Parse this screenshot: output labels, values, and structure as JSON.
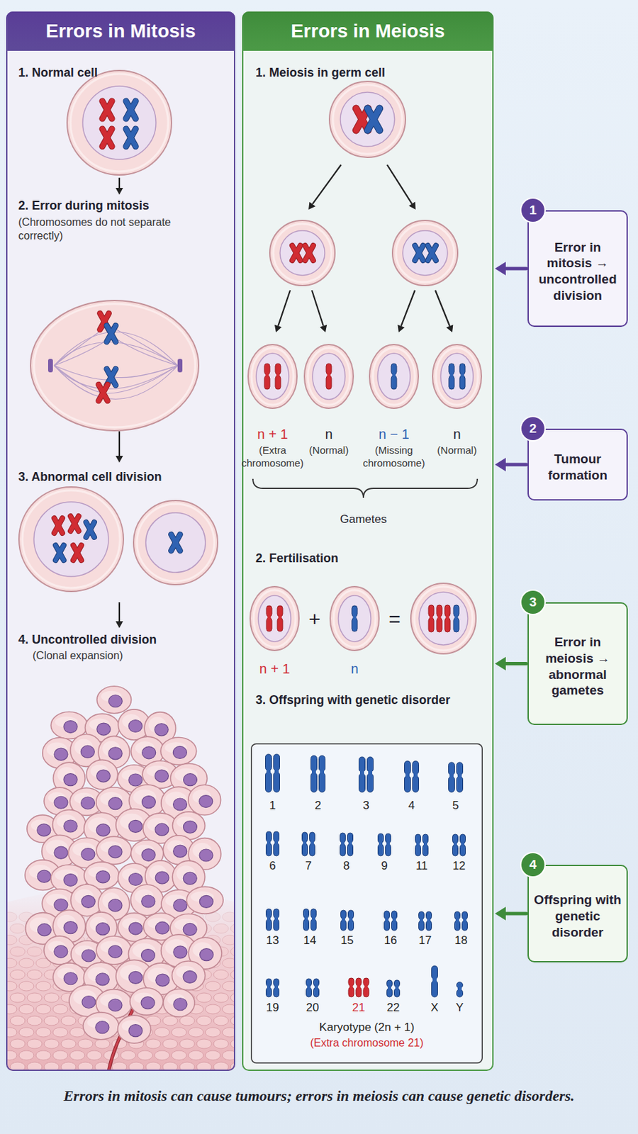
{
  "diagram": {
    "caption": "Errors in mitosis can cause tumours; errors in meiosis can cause genetic disorders.",
    "nodes": [
      {
        "text": [
          "Errors in Mitosis"
        ]
      },
      {
        "text": [
          "Errors in Meiosis"
        ]
      },
      {
        "text": [
          "1",
          "2",
          "3",
          "4",
          "5",
          "6",
          "7",
          "8",
          "9",
          "11",
          "12",
          "13",
          "14",
          "15",
          "16",
          "17",
          "18",
          "19",
          "20",
          "21",
          "22",
          "X",
          "Y",
          "Karyotype (2n + 1)",
          "(Extra chromosome 21)"
        ],
        "in": 1
      },
      {
        "text": [
          "Error in mitosis → uncontrolled division"
        ]
      },
      {
        "text": [
          "1"
        ],
        "in": 3
      },
      {
        "text": [
          "Tumour formation"
        ]
      },
      {
        "text": [
          "2"
        ],
        "in": 5
      },
      {
        "text": [
          "Error in meiosis → abnormal gametes"
        ]
      },
      {
        "text": [
          "3"
        ],
        "in": 7
      },
      {
        "text": [
          "Offspring with genetic disorder"
        ]
      },
      {
        "text": [
          "4"
        ],
        "in": 9
      }
    ],
    "edges": [
      {
        "from": 3,
        "to": 1,
        "arrow": "to"
      },
      {
        "from": 5,
        "to": 1,
        "arrow": "to"
      },
      {
        "from": 7,
        "to": 1,
        "arrow": "to"
      },
      {
        "from": 9,
        "to": 1,
        "arrow": "to"
      }
    ],
    "labels": [
      "1. Normal cell",
      "2. Error during mitosis",
      "(Chromosomes do not separate correctly)",
      "3. Abnormal cell division",
      "4. Uncontrolled division",
      "(Clonal expansion)",
      "1. Meiosis in germ cell",
      "n + 1",
      "(Extra chromosome)",
      "n",
      "(Normal)",
      "n − 1",
      "(Missing chromosome)",
      "n",
      "(Normal)",
      "Gametes",
      "2. Fertilisation",
      "n + 1",
      "+",
      "n",
      "=",
      "3. Offspring with genetic disorder"
    ]
  }
}
